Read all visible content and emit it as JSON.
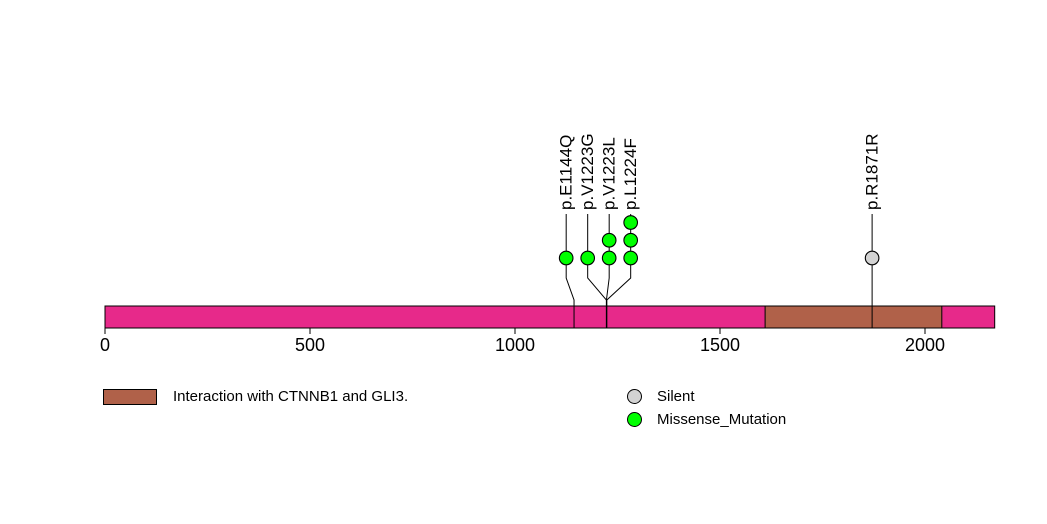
{
  "chart_data": {
    "type": "lollipop",
    "title": "",
    "protein": {
      "length": 2170,
      "bar_color": "#E7298A"
    },
    "x_axis": {
      "ticks": [
        0,
        500,
        1000,
        1500,
        2000
      ],
      "xlim": [
        0,
        2170
      ],
      "grid": false
    },
    "domains": [
      {
        "label": "Interaction with CTNNB1 and GLI3.",
        "start": 1610,
        "end": 2041,
        "color": "#B06149"
      }
    ],
    "mutations": [
      {
        "label": "p.E1144Q",
        "position": 1144,
        "count": 1,
        "type": "Missense_Mutation"
      },
      {
        "label": "p.V1223G",
        "position": 1223,
        "count": 1,
        "type": "Missense_Mutation"
      },
      {
        "label": "p.V1223L",
        "position": 1223,
        "count": 2,
        "type": "Missense_Mutation"
      },
      {
        "label": "p.L1224F",
        "position": 1224,
        "count": 3,
        "type": "Missense_Mutation"
      },
      {
        "label": "p.R1871R",
        "position": 1871,
        "count": 1,
        "type": "Silent"
      }
    ],
    "mutation_type_colors": {
      "Silent": "#D3D3D3",
      "Missense_Mutation": "#00FF00"
    },
    "marker_stroke_color": "#000000",
    "stem_color": "#000000"
  },
  "legend": {
    "domain_label": "Interaction with CTNNB1 and GLI3.",
    "types": [
      {
        "label": "Silent",
        "color": "#D3D3D3"
      },
      {
        "label": "Missense_Mutation",
        "color": "#00FF00"
      }
    ]
  }
}
